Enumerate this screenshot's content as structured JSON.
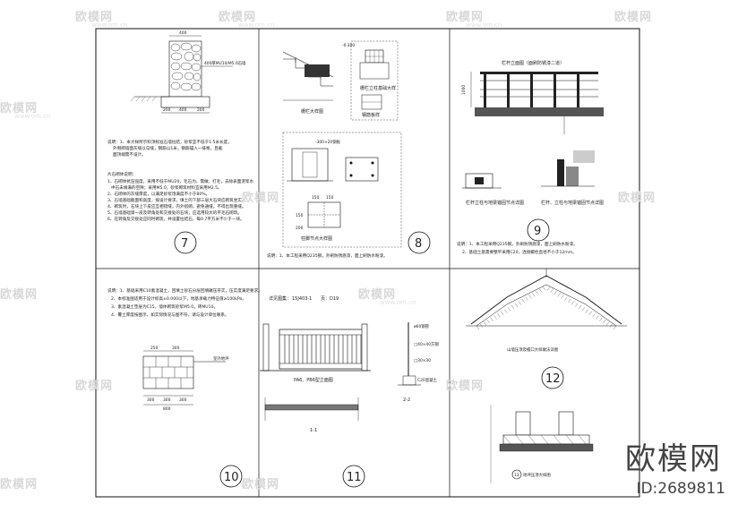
{
  "watermark": {
    "text": "欧模网",
    "url": "www.om.cn"
  },
  "brand": {
    "name": "欧模网",
    "id": "ID:2689811"
  },
  "panels": {
    "p7": {
      "number": "7",
      "dims_top": "400",
      "dims_bottom": [
        "200",
        "400",
        "200"
      ],
      "callout": "400厚MU10/M5.0石墙",
      "note1": "说明：1、本大样所示料顶标准石墙拉结，砂浆宜不低于1.5米长度，",
      "note2": "外侧砌墙面灰缝以勾缝，钢筋以1米，钢筋锚入一排格，且截",
      "note3": "面顶端需不设计。",
      "title": "片石砌体说明：",
      "lines": [
        "1、石砌体抗压强度，采用不低于MU20，毛石为。需做，打毛，去除表面泥浆水",
        "中石未填满的空隙；采用M5.0，砂浆砌筑材料宜采用M2.5。",
        "2、石砌体的灰缝厚度，以满足砂浆饱满度不小于80%。",
        "3、石墙基础截面和高度，按设计要求，填土的下部三层大石块应砌筑坐实。",
        "4、砌筑时，石块上下皮应互相错缝，内外搭砌，避免通缝，不得出现重缝。",
        "5、石墙基础第一皮及转角处和交接处的石块，应选用较大的平毛石砌筑。",
        "6、在转角及交接处应同时砌筑，并设置拉结石，每0.7平方米不少于一块。"
      ]
    },
    "p8": {
      "number": "8",
      "lbl_a": "-0.300",
      "lbl_b": "栅栏立柱基础大样",
      "lbl_c": "钢筋板样",
      "lbl_d": "栅栏大样图",
      "lbl_e": "柱脚节点大样图",
      "lbl_f": "-300×20钢板",
      "dims": [
        "150",
        "200",
        "150",
        "150"
      ],
      "note": "说明：1、本工程采用Q235钢，外刷防锈底漆，面上刷防水粉漆。"
    },
    "p9": {
      "number": "9",
      "height": "1000",
      "lbl_a": "栏杆立面图（面刷防锈漆二道）",
      "lbl_b": "栏杆立柱与地梁锚固节点详图",
      "lbl_c": "栏杆、立柱与地梁锚固节点详图",
      "note1": "说明：1、本工程采用Q235钢，外刷防锈底漆，面上刷防水粉漆。",
      "note2": "2、基础土基需要整平采用C20，连接螺栓直径不小于12mm。"
    },
    "p10": {
      "number": "10",
      "note1": "说明：1、基础采用C10素混凝土，回填土砂石分层回填碾压夯实，压实度满足要求。",
      "note2": "2、本标准图适用于设计标高±0.000以下，地基承载力特征值≥100kPa。",
      "note3": "3、素混凝土垫层为C15，墙体砌筑砂浆M5.0，砖MU10。",
      "note4": "4、覆土厚度按图示，如实际情况与图不符，请与设计单位联系。",
      "label": "室外地坪",
      "dims_a": [
        "250",
        "300"
      ],
      "dims_b": [
        "300",
        "300",
        "300"
      ],
      "total": "800"
    },
    "p11": {
      "number": "11",
      "ref_label": "详见图集：",
      "ref_code": "15J403-1",
      "ref_page": "页：D19",
      "title": "PA6、PB6型立面图",
      "sec_a": "1-1",
      "sec_b": "2-2",
      "lbl_a": "ø60钢管",
      "lbl_b": "□40×40方钢",
      "lbl_c": "C20混凝土",
      "lbl_d": "□30×30"
    },
    "p12": {
      "number": "12",
      "caption": "山墙压顶及檐口大样做法详图"
    },
    "p13": {
      "number": "13",
      "caption": "地坪压顶大样图"
    }
  }
}
